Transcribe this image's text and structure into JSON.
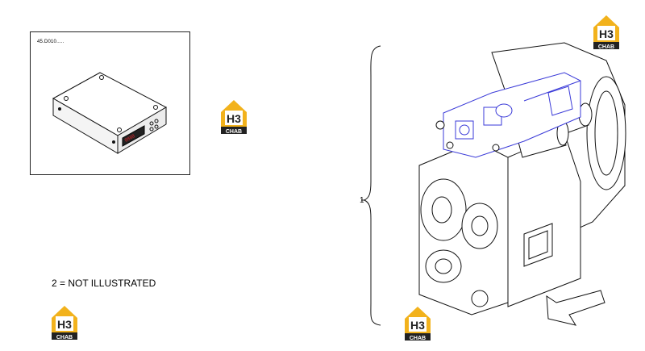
{
  "inset": {
    "code": "45.D010....."
  },
  "note": "2 = NOT ILLUSTRATED",
  "callout": "1",
  "logo": {
    "top_text": "H3",
    "bottom_text": "CHAB",
    "color_yellow": "#f2b21c",
    "color_dark": "#222222"
  },
  "display_color": "#d6242a",
  "accent_blue": "#3a3ad8"
}
